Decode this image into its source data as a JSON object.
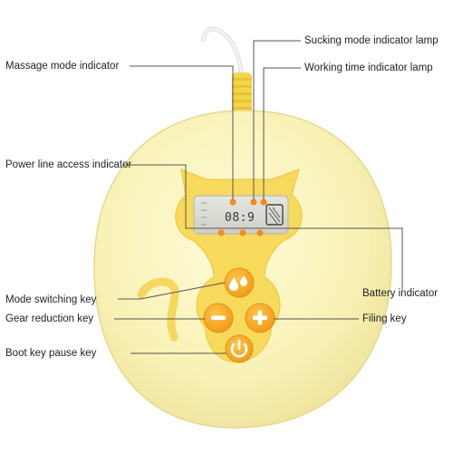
{
  "labels": {
    "sucking_mode_lamp": "Sucking mode indicator lamp",
    "massage_mode": "Massage mode indicator",
    "working_time_lamp": "Working time indicator lamp",
    "power_line": "Power line access indicator",
    "battery": "Battery indicator",
    "mode_switching": "Mode switching key",
    "gear_reduction": "Gear reduction key",
    "filing": "Filing key",
    "boot_pause": "Boot key pause key"
  },
  "display": {
    "time": "08:9"
  },
  "colors": {
    "body": "#fbf6bf",
    "panel": "#f7da5c",
    "button": "#f3a51d",
    "indicator": "#f28c1c",
    "leader": "#555555"
  },
  "icons": {
    "mode": "water-drops-icon",
    "minus": "minus-icon",
    "plus": "plus-icon",
    "power": "power-icon"
  }
}
